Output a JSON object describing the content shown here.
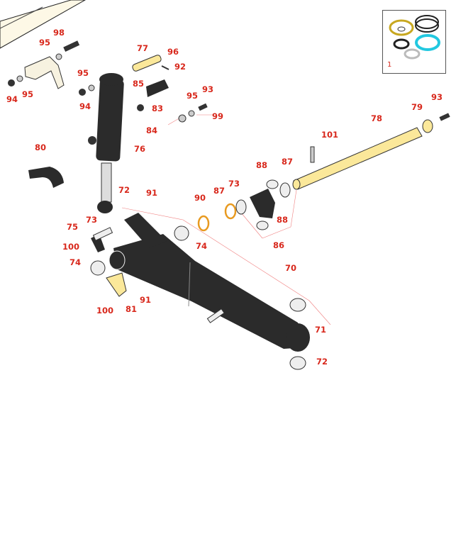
{
  "callouts": [
    "98",
    "95",
    "95",
    "94",
    "95",
    "94",
    "77",
    "96",
    "92",
    "85",
    "83",
    "84",
    "95",
    "93",
    "99",
    "76",
    "80",
    "72",
    "91",
    "73",
    "75",
    "100",
    "74",
    "100",
    "81",
    "91",
    "74",
    "90",
    "87",
    "73",
    "88",
    "87",
    "88",
    "86",
    "70",
    "71",
    "72",
    "101",
    "78",
    "79",
    "93"
  ],
  "inset": {
    "label": "1"
  },
  "colors": {
    "callout": "#d8281c",
    "part_dark": "#2b2b2b",
    "part_yellow": "#fbe89a",
    "seal_cyan": "#22c8e0",
    "panel_cream": "#fdf8e6"
  }
}
